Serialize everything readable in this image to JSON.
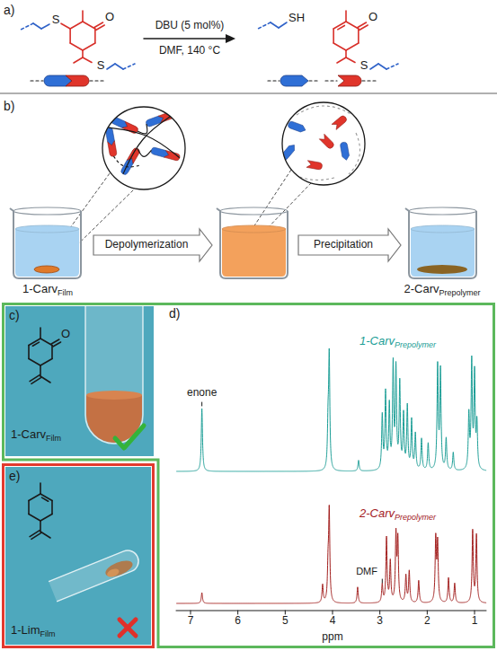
{
  "diagram": {
    "nodes": [
      {
        "text": [
          "d)"
        ]
      },
      {
        "text": [
          "c)",
          "O",
          "1-Carv",
          "Film"
        ],
        "in": 0
      },
      {
        "text": [
          "e)",
          "1-Lim",
          "Film"
        ]
      }
    ],
    "labels": [
      "a)",
      "S",
      "O",
      "S",
      "DBU (5 mol%)",
      "DMF, 140 °C",
      "SH",
      "O",
      "S",
      "b)",
      "1-Carv",
      "Film",
      "Depolymerization",
      "Precipitation",
      "2-Carv",
      "Prepolymer",
      "1-Carv",
      "Prepolymer",
      "enone",
      "2-Carv",
      "Prepolymer",
      "DMF",
      "7",
      "6",
      "5",
      "4",
      "3",
      "2",
      "1",
      "ppm"
    ]
  }
}
